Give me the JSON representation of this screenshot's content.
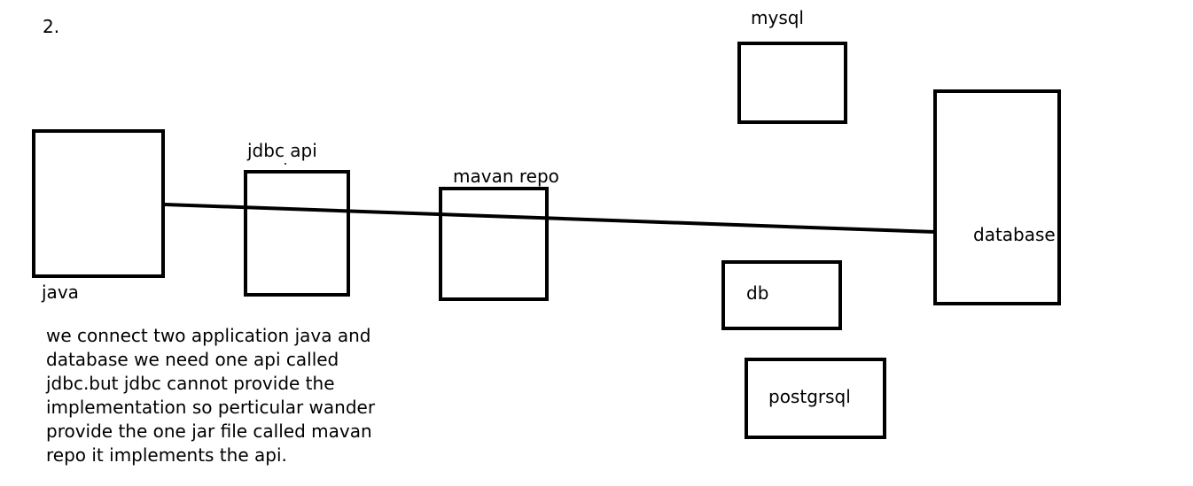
{
  "diagram": {
    "number": "2.",
    "nodes": {
      "java": "java",
      "jdbc_api": "jdbc api",
      "mavan_repo": "mavan repo",
      "mysql": "mysql",
      "database": "database",
      "db": "db",
      "postgrsql": "postgrsql"
    },
    "note": "we connect two application java and\ndatabase we need one api called\njdbc.but jdbc cannot provide the\nimplementation so perticular wander\nprovide the one jar file called mavan\nrepo it implements the api."
  }
}
